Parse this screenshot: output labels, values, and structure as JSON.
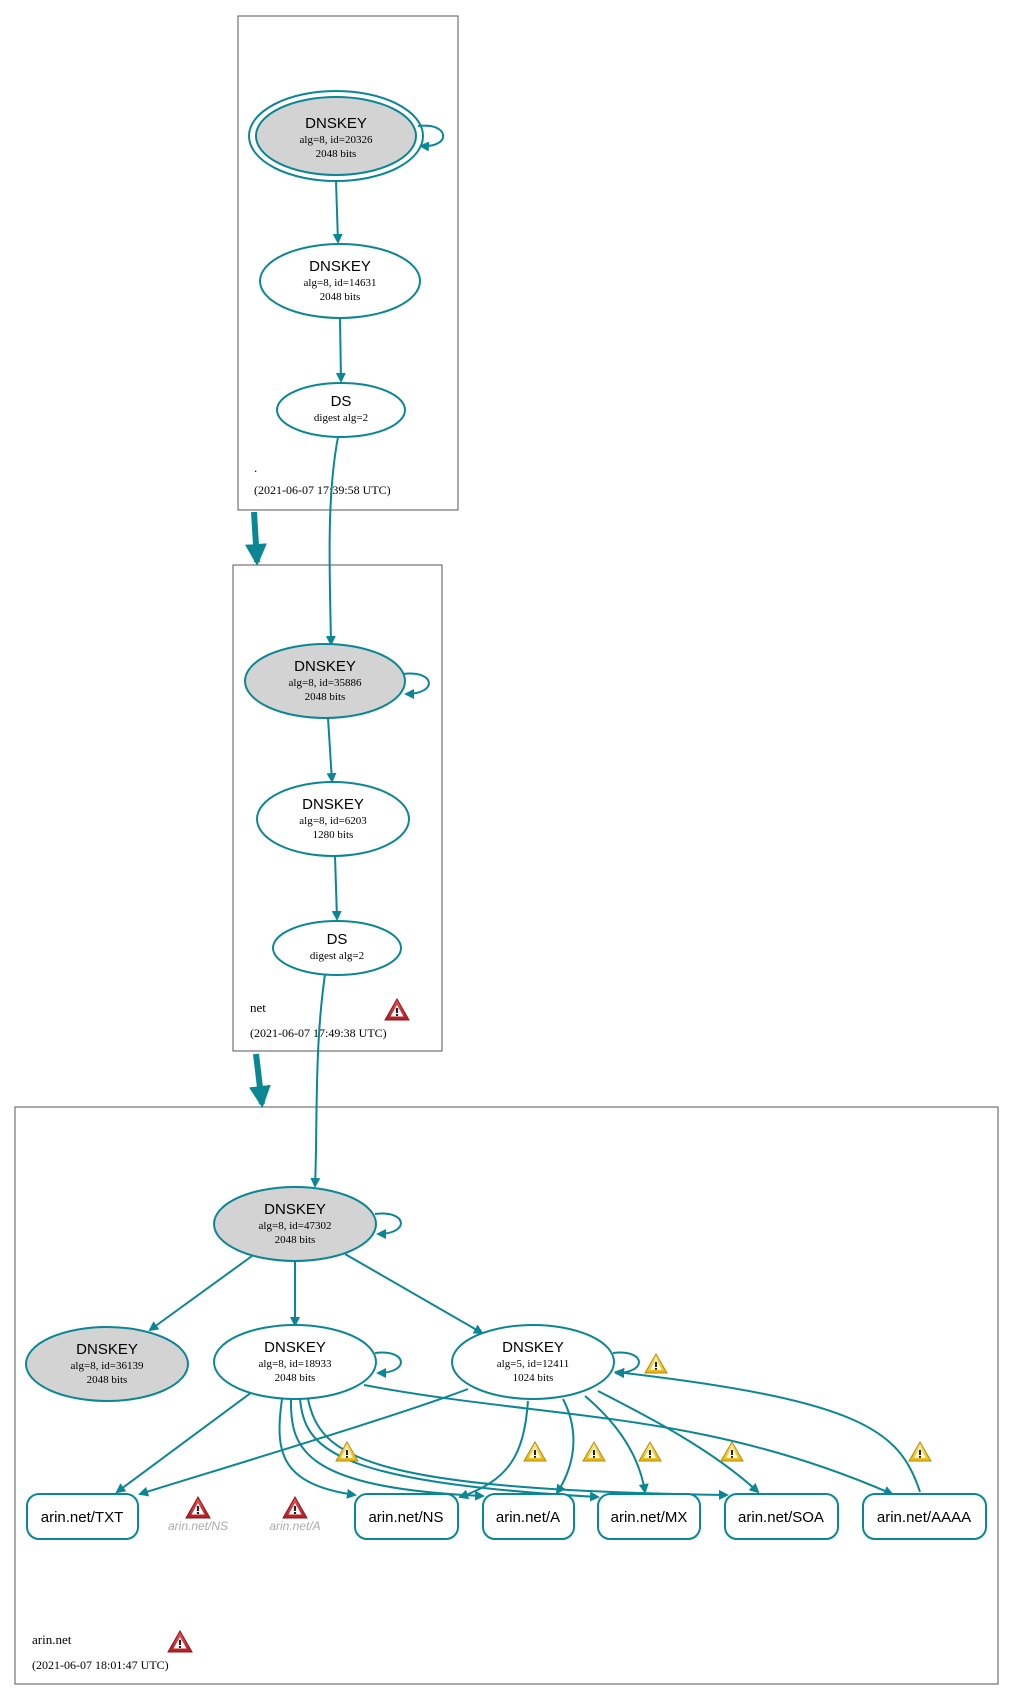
{
  "zones": {
    "root": {
      "name": ".",
      "timestamp": "(2021-06-07 17:39:58 UTC)"
    },
    "net": {
      "name": "net",
      "timestamp": "(2021-06-07 17:49:38 UTC)"
    },
    "arin": {
      "name": "arin.net",
      "timestamp": "(2021-06-07 18:01:47 UTC)"
    }
  },
  "nodes": {
    "root_ksk": {
      "title": "DNSKEY",
      "line1": "alg=8, id=20326",
      "line2": "2048 bits"
    },
    "root_zsk": {
      "title": "DNSKEY",
      "line1": "alg=8, id=14631",
      "line2": "2048 bits"
    },
    "root_ds": {
      "title": "DS",
      "line1": "digest alg=2"
    },
    "net_ksk": {
      "title": "DNSKEY",
      "line1": "alg=8, id=35886",
      "line2": "2048 bits"
    },
    "net_zsk": {
      "title": "DNSKEY",
      "line1": "alg=8, id=6203",
      "line2": "1280 bits"
    },
    "net_ds": {
      "title": "DS",
      "line1": "digest alg=2"
    },
    "arin_ksk": {
      "title": "DNSKEY",
      "line1": "alg=8, id=47302",
      "line2": "2048 bits"
    },
    "arin_k1": {
      "title": "DNSKEY",
      "line1": "alg=8, id=36139",
      "line2": "2048 bits"
    },
    "arin_k2": {
      "title": "DNSKEY",
      "line1": "alg=8, id=18933",
      "line2": "2048 bits"
    },
    "arin_k3": {
      "title": "DNSKEY",
      "line1": "alg=5, id=12411",
      "line2": "1024 bits"
    }
  },
  "rrsets": {
    "txt": "arin.net/TXT",
    "ns": "arin.net/NS",
    "a": "arin.net/A",
    "mx": "arin.net/MX",
    "soa": "arin.net/SOA",
    "aaaa": "arin.net/AAAA"
  },
  "missing": {
    "ns": "arin.net/NS",
    "a": "arin.net/A"
  },
  "colors": {
    "edge": "#0a8793",
    "ksk_fill": "#d3d3d3",
    "zone_border": "#555555",
    "error": "#c0282d",
    "warning": "#e8c221",
    "missing_text": "#aaaaaa"
  },
  "icons": {
    "error": "error-icon",
    "warning": "warning-icon"
  }
}
